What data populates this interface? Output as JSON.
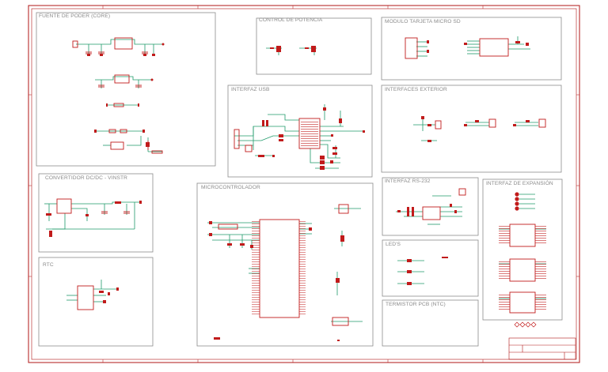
{
  "sheet": {
    "sections": [
      {
        "id": "power",
        "label": "FUENTE DE PODER (CORE)"
      },
      {
        "id": "pwr-ctrl",
        "label": "CONTROL DE POTENCIA"
      },
      {
        "id": "sd",
        "label": "MODULO TARJETA MICRO SD"
      },
      {
        "id": "usb",
        "label": "INTERFAZ USB"
      },
      {
        "id": "ext",
        "label": "INTERFACES EXTERIOR"
      },
      {
        "id": "dcdc",
        "label": "CONVERTIDOR DC/DC - VINSTR"
      },
      {
        "id": "mcu",
        "label": "MICROCONTROLADOR"
      },
      {
        "id": "rs232",
        "label": "INTERFAZ RS-232"
      },
      {
        "id": "exp",
        "label": "INTERFAZ DE EXPANSIÓN"
      },
      {
        "id": "leds",
        "label": "LED'S"
      },
      {
        "id": "rtc",
        "label": "RTC"
      },
      {
        "id": "ntc",
        "label": "TERMISTOR PCB (NTC)"
      }
    ]
  },
  "colors": {
    "wire": "#1f9a6a",
    "part": "#c11b1b",
    "frame": "#8c8c8c",
    "border": "#b01515"
  }
}
